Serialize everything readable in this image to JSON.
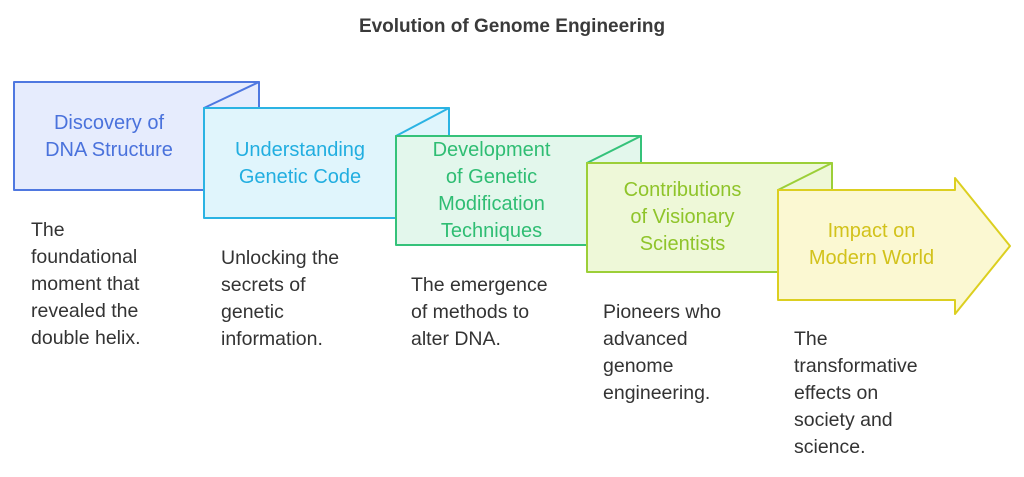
{
  "title": "Evolution of Genome Engineering",
  "steps": [
    {
      "label": "Discovery of\nDNA Structure",
      "description": "The\nfoundational\nmoment that\nrevealed the\ndouble helix.",
      "fill": "#e6ecfd",
      "stroke": "#4f78e0",
      "text_color": "#4a72dc"
    },
    {
      "label": "Understanding\nGenetic Code",
      "description": "Unlocking the\nsecrets of\ngenetic\ninformation.",
      "fill": "#e0f5fc",
      "stroke": "#2bb3e3",
      "text_color": "#22aee0"
    },
    {
      "label": "Development\nof Genetic\nModification\nTechniques",
      "description": "The emergence\nof methods to\nalter DNA.",
      "fill": "#e3f7ec",
      "stroke": "#35c27a",
      "text_color": "#2fbd73"
    },
    {
      "label": "Contributions\nof Visionary\nScientists",
      "description": "Pioneers who\nadvanced\ngenome\nengineering.",
      "fill": "#eef8d8",
      "stroke": "#9ccf38",
      "text_color": "#8fc42a"
    },
    {
      "label": "Impact on\nModern World",
      "description": "The\ntransformative\neffects on\nsociety and\nscience.",
      "fill": "#fbf8d2",
      "stroke": "#dccf20",
      "text_color": "#d2c21b"
    }
  ]
}
